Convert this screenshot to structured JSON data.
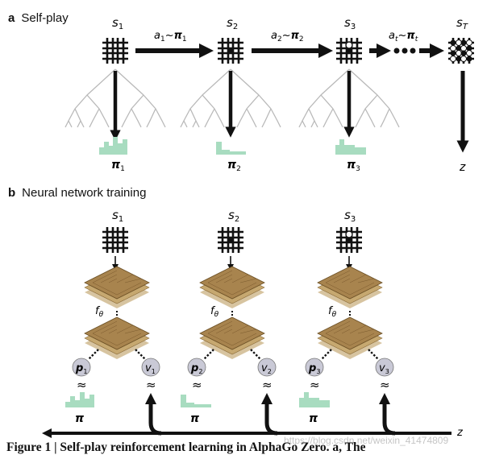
{
  "panel_a": {
    "letter": "a",
    "title": "Self-play",
    "states": [
      {
        "sub": "1"
      },
      {
        "sub": "2"
      },
      {
        "sub": "3"
      },
      {
        "sub": "T"
      }
    ],
    "actions": [
      {
        "sub": "1"
      },
      {
        "sub": "2"
      },
      {
        "sub": "t"
      }
    ],
    "outcome": "z",
    "policies": [
      {
        "sub": "1"
      },
      {
        "sub": "2"
      },
      {
        "sub": "3"
      }
    ]
  },
  "panel_b": {
    "letter": "b",
    "title": "Neural network training",
    "states": [
      {
        "sub": "1"
      },
      {
        "sub": "2"
      },
      {
        "sub": "3"
      }
    ],
    "network_label": "f",
    "network_sub": "θ",
    "priors": [
      {
        "sub": "1"
      },
      {
        "sub": "2"
      },
      {
        "sub": "3"
      }
    ],
    "values": [
      {
        "sub": "1"
      },
      {
        "sub": "2"
      },
      {
        "sub": "3"
      }
    ],
    "approx": "≈",
    "outcome": "z"
  },
  "symbols": {
    "state": "s",
    "action": "a",
    "policy": "π",
    "prior": "p",
    "value": "v",
    "tilde": "~"
  },
  "caption": "Figure 1 | Self-play reinforcement learning in AlphaGo Zero. a, The",
  "watermark": "https://blog.csdn.net/weixin_41474809",
  "colors": {
    "ink": "#111111",
    "tree": "#b9b9b9",
    "histogram": "#a8dcc0",
    "layer": "#a8844e",
    "node": "#c9c9d6"
  }
}
